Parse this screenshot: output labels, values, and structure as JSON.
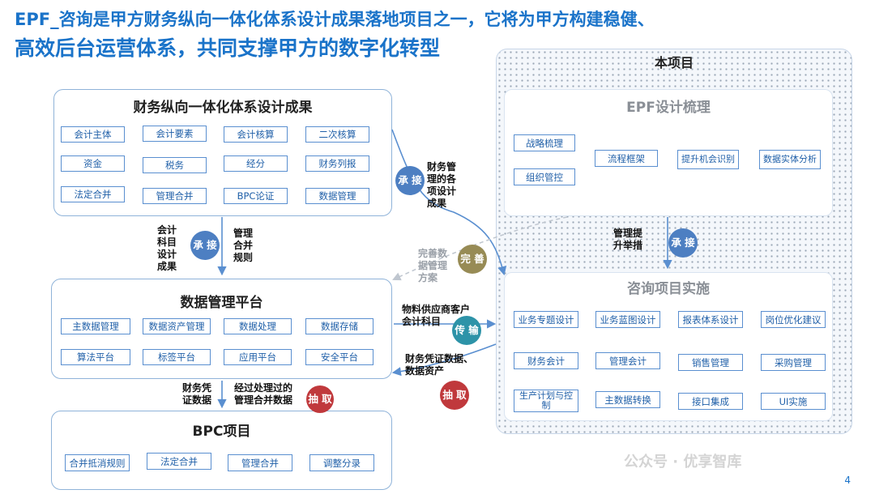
{
  "headline": {
    "line1": "EPF_咨询是甲方财务纵向一体化体系设计成果落地项目之一，它将为甲方构建稳健、",
    "line2": "高效后台运营体系，共同支撑甲方的数字化转型"
  },
  "finance_panel": {
    "title": "财务纵向一体化体系设计成果",
    "items": [
      "会计主体",
      "会计要素",
      "会计核算",
      "二次核算",
      "资金",
      "税务",
      "经分",
      "财务列报",
      "法定合并",
      "管理合并",
      "BPC论证",
      "数据管理"
    ]
  },
  "data_platform": {
    "title": "数据管理平台",
    "items": [
      "主数据管理",
      "数据资产管理",
      "数据处理",
      "数据存储",
      "算法平台",
      "标签平台",
      "应用平台",
      "安全平台"
    ]
  },
  "bpc": {
    "title": "BPC项目",
    "items": [
      "合并抵消规则",
      "法定合并",
      "管理合并",
      "调整分录"
    ]
  },
  "project": {
    "title": "本项目",
    "epf": {
      "title": "EPF设计梳理",
      "items": [
        "战略梳理",
        "组织管控",
        "流程框架",
        "提升机会识别",
        "数据实体分析"
      ]
    },
    "consult": {
      "title": "咨询项目实施",
      "items": [
        "业务专题设计",
        "业务蓝图设计",
        "报表体系设计",
        "岗位优化建议",
        "财务会计",
        "管理会计",
        "销售管理",
        "采购管理",
        "生产计划与控制",
        "主数据转换",
        "接口集成",
        "UI实施"
      ]
    }
  },
  "badges": {
    "accept1": "承\n接",
    "accept2": "承\n接",
    "accept3": "承\n接",
    "improve": "完\n善",
    "transmit": "传\n输",
    "extract1": "抽\n取",
    "extract2": "抽\n取"
  },
  "notes": {
    "mgmt_designs": "财务管\n理的各\n项设计\n成果",
    "account_design": "会计\n科目\n设计\n成果",
    "merge_rules": "管理\n合并\n规则",
    "improve_plan": "完善数\n据管理\n方案",
    "mgmt_measures": "管理提\n升举措",
    "material_subjects": "物料供应商客户\n会计科目",
    "voucher_assets": "财务凭证数据、\n数据资产",
    "voucher_data": "财务凭\n证数据",
    "processed_merge": "经过处理过的\n管理合并数据"
  },
  "watermark": "公众号 · 优享智库",
  "page_number": "4",
  "colors": {
    "headline": "#1a73c9",
    "tag_border": "#5a8fd0",
    "badge_blue": "#4d7fc2",
    "badge_olive": "#978b55",
    "badge_teal": "#2d93a8",
    "badge_red": "#c0393c"
  }
}
